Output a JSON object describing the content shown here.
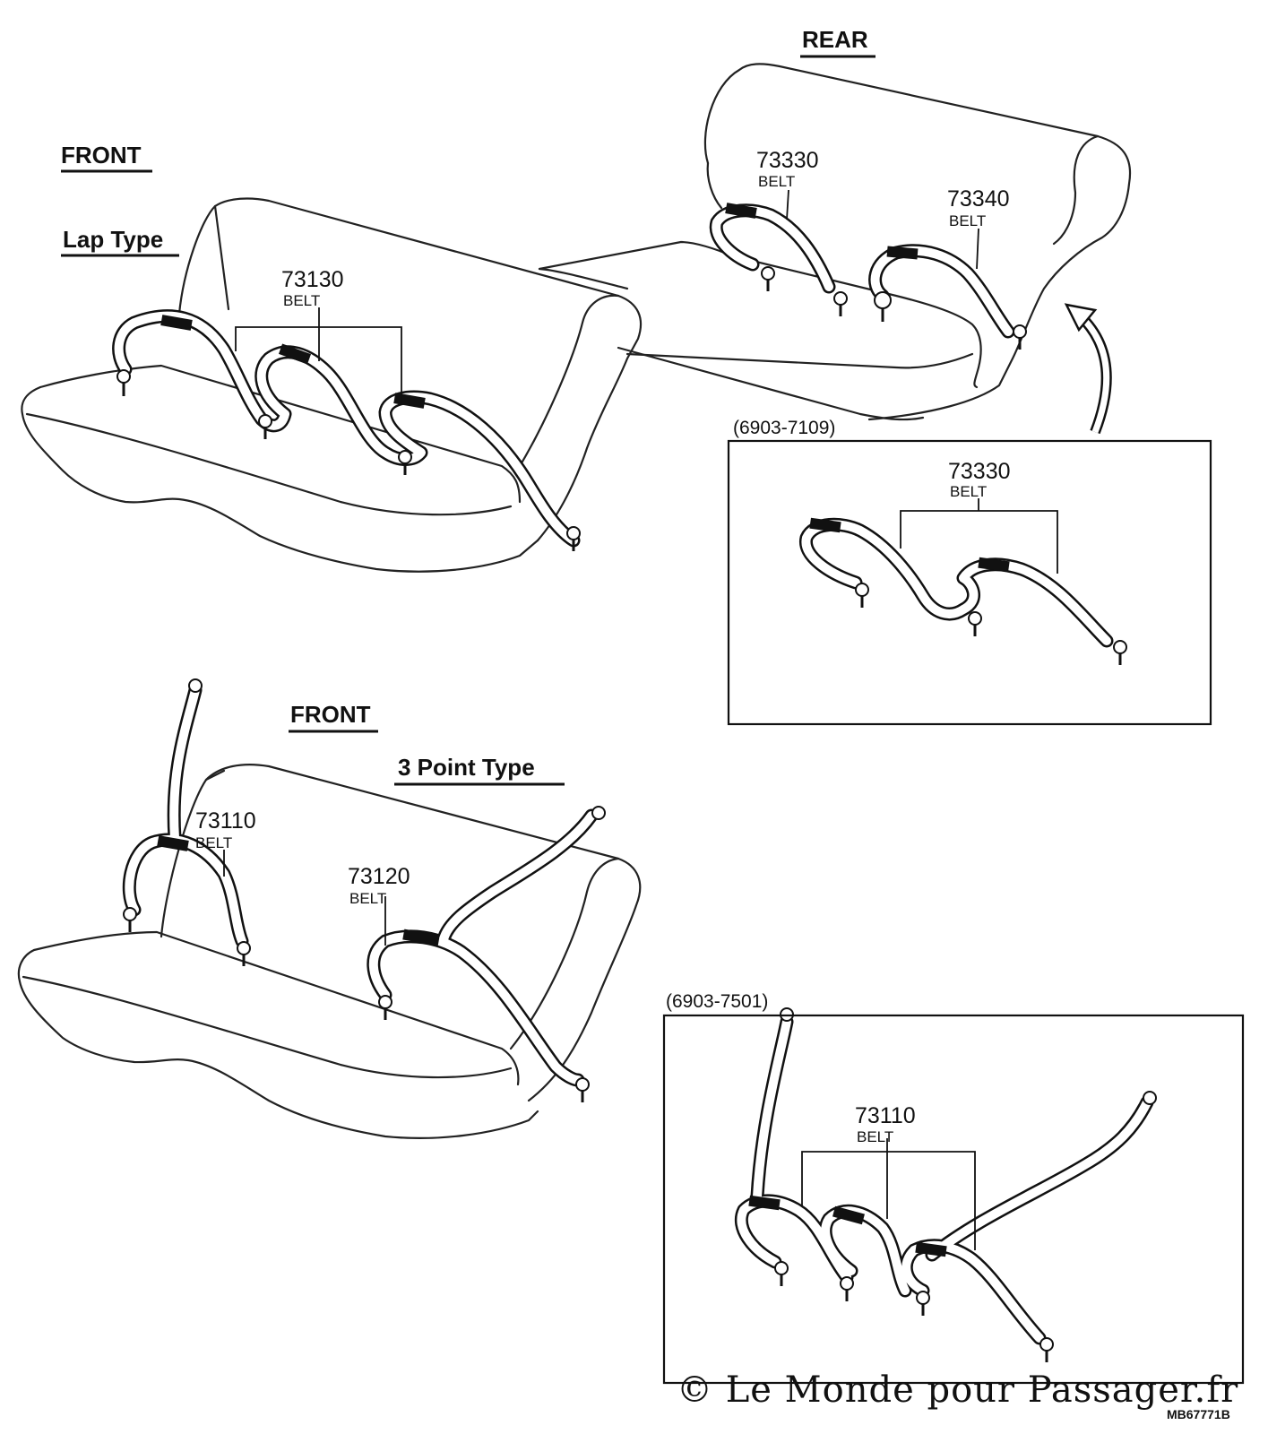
{
  "sections": {
    "rear": {
      "title": "REAR"
    },
    "front_lap": {
      "title": "FRONT",
      "subtitle": "Lap Type"
    },
    "front_3pt": {
      "title": "FRONT",
      "subtitle": "3 Point Type"
    }
  },
  "parts": [
    {
      "number": "73330",
      "name": "BELT"
    },
    {
      "number": "73340",
      "name": "BELT"
    },
    {
      "number": "73130",
      "name": "BELT"
    },
    {
      "number": "73110",
      "name": "BELT"
    },
    {
      "number": "73120",
      "name": "BELT"
    }
  ],
  "insets": [
    {
      "range": "(6903-7109)",
      "part_number": "73330",
      "part_name": "BELT"
    },
    {
      "range": "(6903-7501)",
      "part_number": "73110",
      "part_name": "BELT"
    }
  ],
  "watermark": "© Le Monde pour Passager.fr",
  "diagram_code": "MB67771B"
}
